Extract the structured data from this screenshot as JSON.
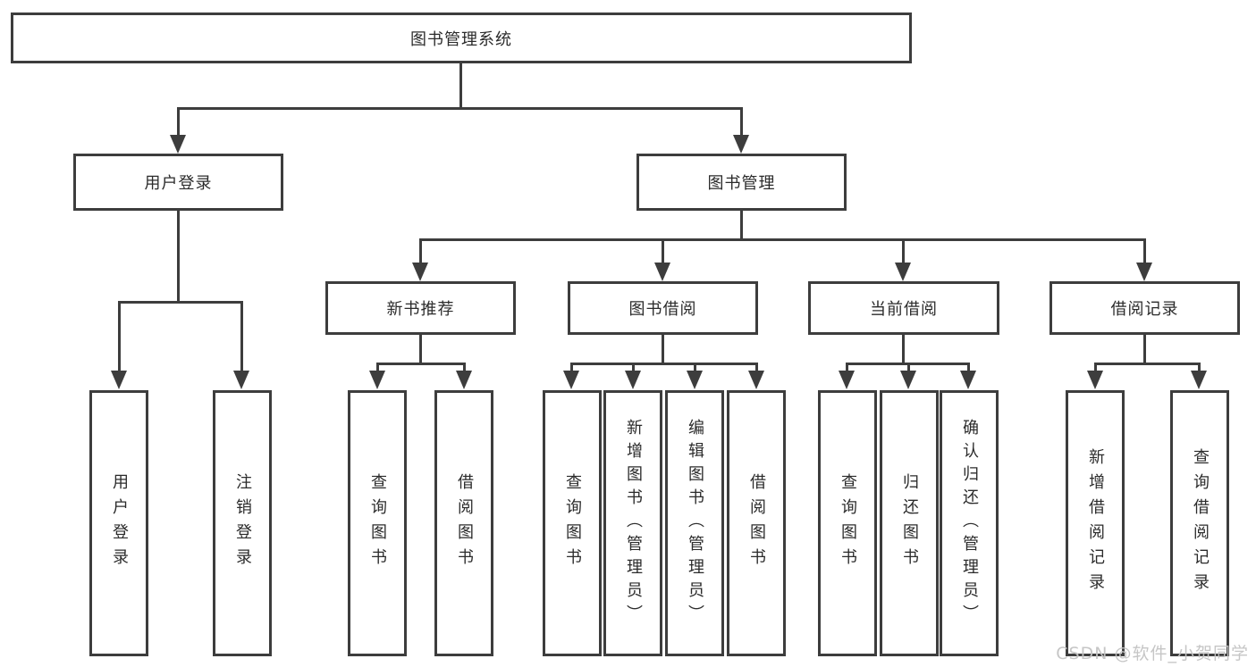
{
  "root": {
    "label": "图书管理系统"
  },
  "level2": [
    {
      "label": "用户登录"
    },
    {
      "label": "图书管理"
    }
  ],
  "level3": [
    {
      "label": "新书推荐"
    },
    {
      "label": "图书借阅"
    },
    {
      "label": "当前借阅"
    },
    {
      "label": "借阅记录"
    }
  ],
  "level4": {
    "user_login": [
      {
        "label": "用户登录"
      },
      {
        "label": "注销登录"
      }
    ],
    "new_book": [
      {
        "label": "查询图书"
      },
      {
        "label": "借阅图书"
      }
    ],
    "book_borrow": [
      {
        "label": "查询图书"
      },
      {
        "label": "新增图书（管理员）"
      },
      {
        "label": "编辑图书（管理员）"
      },
      {
        "label": "借阅图书"
      }
    ],
    "current_borrow": [
      {
        "label": "查询图书"
      },
      {
        "label": "归还图书"
      },
      {
        "label": "确认归还（管理员）"
      }
    ],
    "borrow_record": [
      {
        "label": "新增借阅记录"
      },
      {
        "label": "查询借阅记录"
      }
    ]
  },
  "watermark": "CSDN @软件_小贺同学",
  "colors": {
    "line": "#3d3d3d",
    "box_background": "#ffffff",
    "text": "#2b2b2b",
    "watermark": "#c3c3c3"
  }
}
